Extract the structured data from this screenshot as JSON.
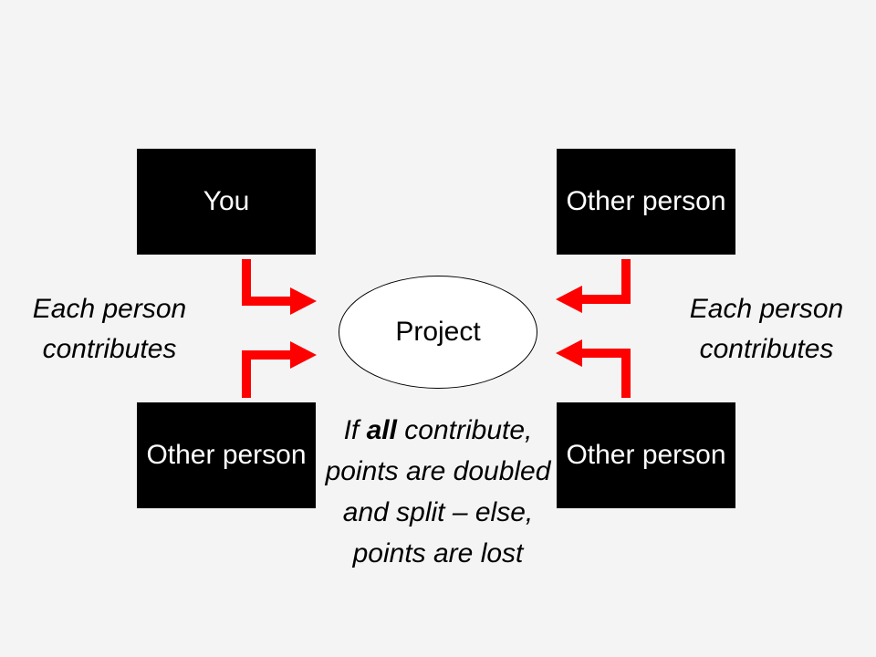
{
  "participants": {
    "you": "You",
    "top_right": "Other person",
    "bottom_left": "Other person",
    "bottom_right": "Other person"
  },
  "project_label": "Project",
  "side_notes": {
    "left": "Each person contributes",
    "right": "Each person contributes"
  },
  "rule_text": {
    "prefix": "If ",
    "emphasis": "all",
    "suffix": " contribute, points are doubled and split – else, points are lost"
  },
  "colors": {
    "arrow": "#ff0000",
    "box_fill": "#000000",
    "box_text": "#ffffff",
    "background": "#f4f4f4"
  }
}
